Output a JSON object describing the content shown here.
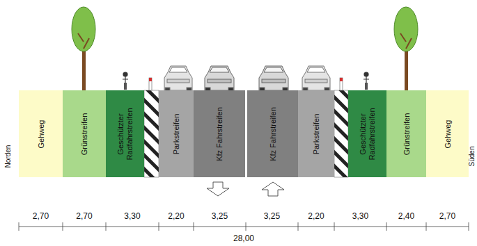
{
  "diagram": {
    "nodes": [
      {
        "text": [
          "Gehweg"
        ]
      },
      {
        "text": [
          "Grünstreifen"
        ]
      },
      {
        "text": [
          "Geschützter Radfahrstreifen"
        ]
      },
      {
        "text": [
          "Parkstreifen"
        ]
      },
      {
        "text": [
          "Kfz Fahrstreifen"
        ]
      },
      {
        "text": [
          "Kfz Fahrstreifen"
        ]
      },
      {
        "text": [
          "Parkstreifen"
        ]
      },
      {
        "text": [
          "Geschützter Radfahrstreifen"
        ]
      },
      {
        "text": [
          "Grünstreifen"
        ]
      },
      {
        "text": [
          "Gehweg"
        ]
      }
    ],
    "labels": [
      "Norden",
      "Süden",
      "2,70",
      "2,70",
      "3,30",
      "2,20",
      "3,25",
      "3,25",
      "2,20",
      "3,30",
      "2,40",
      "2,70",
      "28,00"
    ]
  }
}
